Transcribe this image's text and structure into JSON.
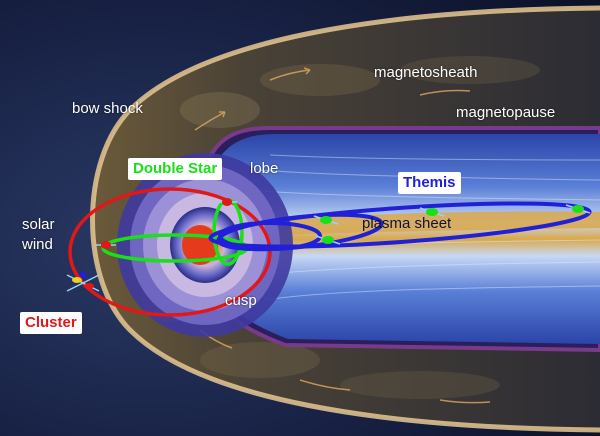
{
  "labels": {
    "magnetosheath": "magnetosheath",
    "bow_shock": "bow shock",
    "magnetopause": "magnetopause",
    "lobe": "lobe",
    "solar_wind_line1": "solar",
    "solar_wind_line2": "wind",
    "plasma_sheet": "plasma sheet",
    "cusp": "cusp"
  },
  "missions": {
    "double_star": "Double Star",
    "themis": "Themis",
    "cluster": "Cluster"
  },
  "colors": {
    "double_star": "#19e019",
    "themis": "#2020d8",
    "cluster": "#e01818"
  }
}
